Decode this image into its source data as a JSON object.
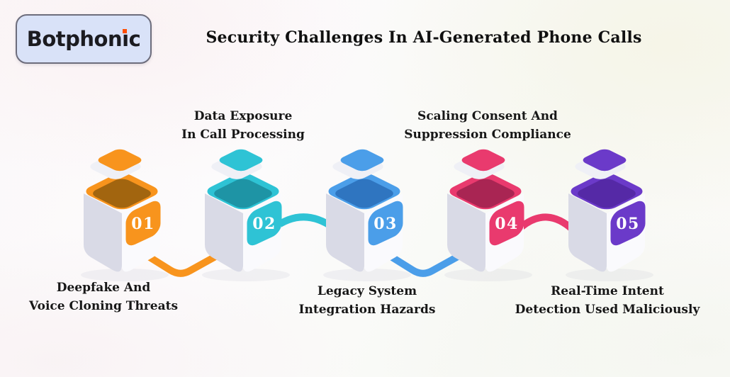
{
  "page": {
    "title": "Security Challenges In AI-Generated Phone Calls",
    "background": "#fafaf8"
  },
  "logo": {
    "text": "Botphonic",
    "pre": "Botphon",
    "dotless_i": "ı",
    "post": "c",
    "dot_color": "#FF4E00",
    "box_color": "#D9E2F8"
  },
  "steps": [
    {
      "number": "01",
      "label_line1": "Deepfake And",
      "label_line2": "Voice Cloning Threats",
      "color": "#F8941D",
      "color_dark": "#A2650F",
      "label_position": "below"
    },
    {
      "number": "02",
      "label_line1": "Data Exposure",
      "label_line2": "In Call Processing",
      "color": "#2EC3D5",
      "color_dark": "#1E94A5",
      "label_position": "above"
    },
    {
      "number": "03",
      "label_line1": "Legacy System",
      "label_line2": "Integration Hazards",
      "color": "#4B9EE9",
      "color_dark": "#2F75C0",
      "label_position": "below"
    },
    {
      "number": "04",
      "label_line1": "Scaling Consent And",
      "label_line2": "Suppression Compliance",
      "color": "#E93A6E",
      "color_dark": "#A92553",
      "label_position": "above"
    },
    {
      "number": "05",
      "label_line1": "Real-Time Intent",
      "label_line2": "Detection Used Maliciously",
      "color": "#6B3AC9",
      "color_dark": "#5529A6",
      "label_position": "below"
    }
  ],
  "connectors": [
    {
      "from": "01",
      "to": "02",
      "shape": "valley",
      "color": "#F8941D"
    },
    {
      "from": "02",
      "to": "03",
      "shape": "arch",
      "color": "#2EC3D5"
    },
    {
      "from": "03",
      "to": "04",
      "shape": "valley",
      "color": "#4B9EE9"
    },
    {
      "from": "04",
      "to": "05",
      "shape": "arch",
      "color": "#E93A6E"
    }
  ]
}
